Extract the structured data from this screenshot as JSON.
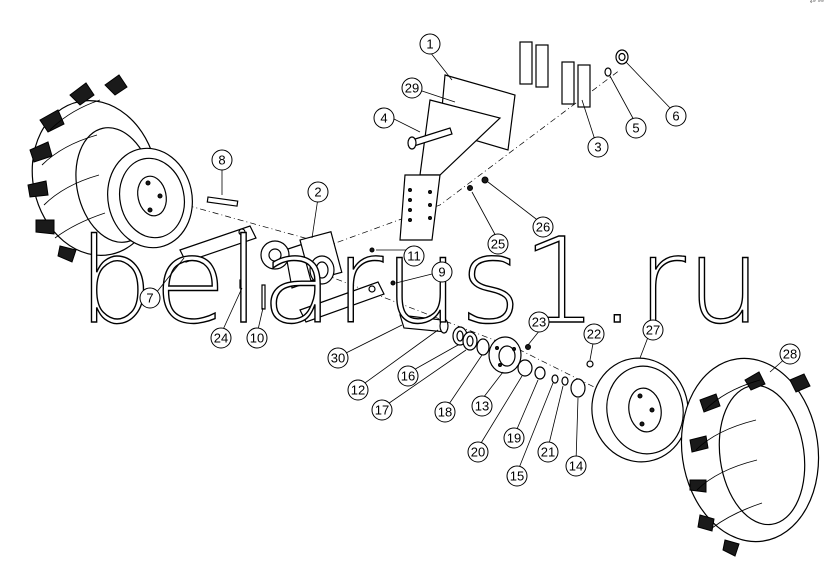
{
  "figure": {
    "watermark": "belarus1.ru",
    "corner_mark": "°‴ ‴‴",
    "callouts": [
      "1",
      "2",
      "3",
      "4",
      "5",
      "6",
      "7",
      "8",
      "9",
      "10",
      "11",
      "12",
      "13",
      "14",
      "15",
      "16",
      "17",
      "18",
      "19",
      "20",
      "21",
      "22",
      "23",
      "24",
      "25",
      "26",
      "27",
      "28",
      "29",
      "30"
    ]
  }
}
